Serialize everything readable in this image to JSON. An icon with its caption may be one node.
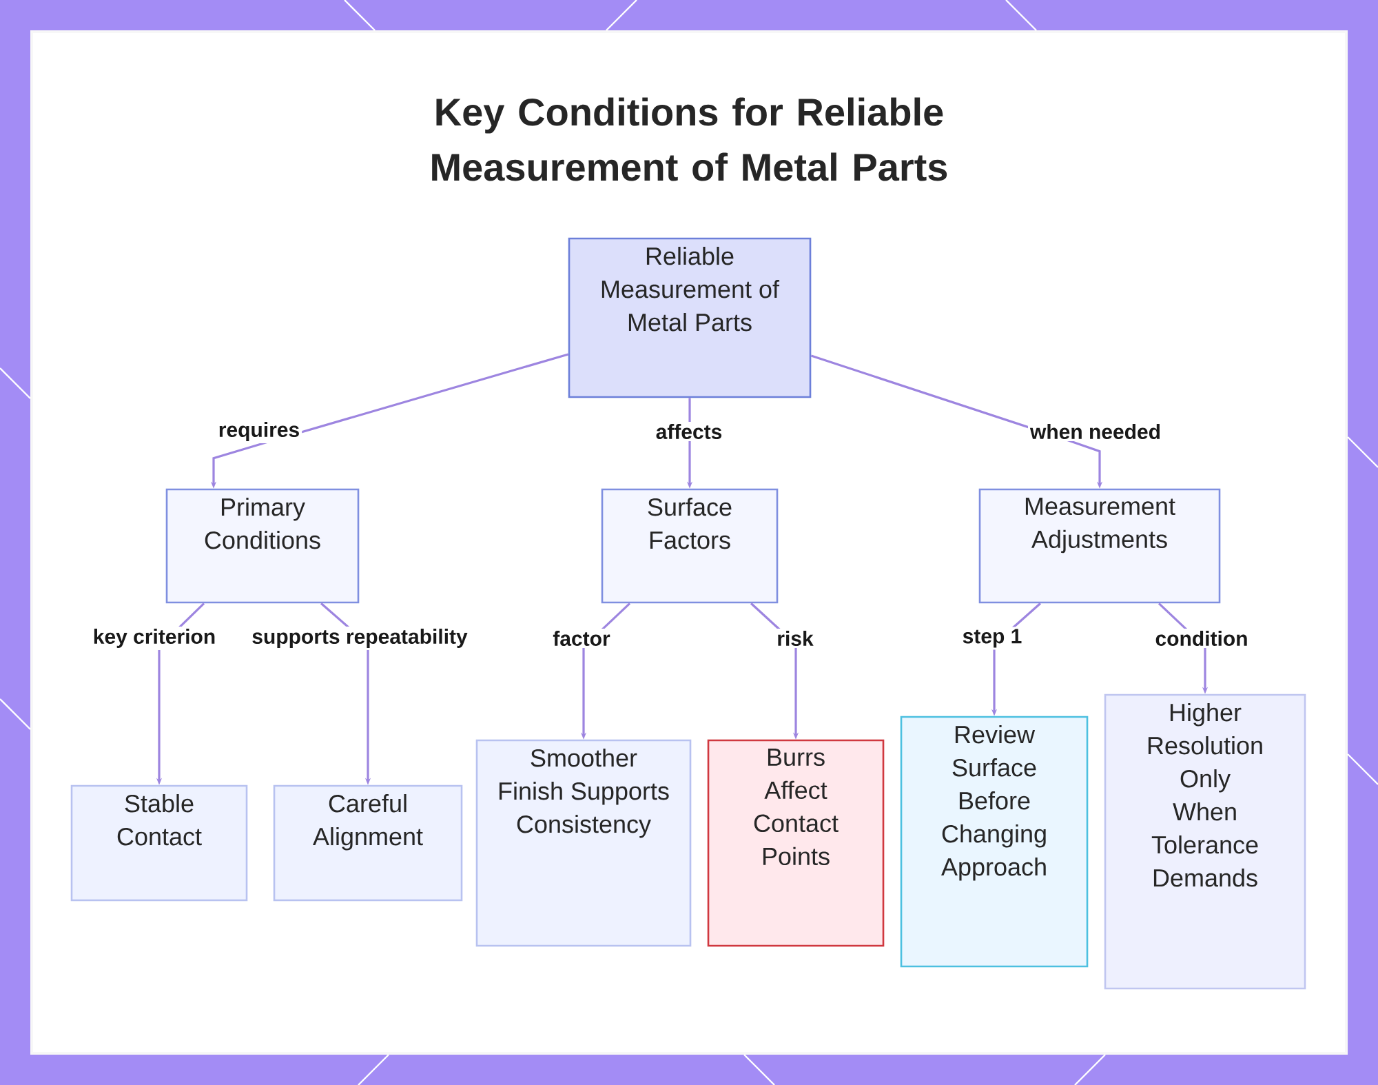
{
  "diagram": {
    "title": "Key Conditions for Reliable Measurement of Metal Parts",
    "nodes": [
      {
        "text": [
          "Reliable Measurement of Metal Parts"
        ]
      },
      {
        "text": [
          "Primary Conditions"
        ]
      },
      {
        "text": [
          "Surface Factors"
        ]
      },
      {
        "text": [
          "Measurement Adjustments"
        ]
      },
      {
        "text": [
          "Stable Contact"
        ]
      },
      {
        "text": [
          "Careful Alignment"
        ]
      },
      {
        "text": [
          "Smoother Finish Supports Consistency"
        ]
      },
      {
        "text": [
          "Burrs Affect Contact Points"
        ]
      },
      {
        "text": [
          "Review Surface Before Changing Approach"
        ]
      },
      {
        "text": [
          "Higher Resolution Only When Tolerance Demands"
        ]
      }
    ],
    "edges": [
      {
        "from": 0,
        "to": 1,
        "arrow": "to",
        "label": "requires"
      },
      {
        "from": 0,
        "to": 2,
        "arrow": "to",
        "label": "affects"
      },
      {
        "from": 0,
        "to": 3,
        "arrow": "to",
        "label": "when needed"
      },
      {
        "from": 1,
        "to": 4,
        "arrow": "to",
        "label": "key criterion"
      },
      {
        "from": 1,
        "to": 5,
        "arrow": "to",
        "label": "supports repeatability"
      },
      {
        "from": 2,
        "to": 6,
        "arrow": "to",
        "label": "factor"
      },
      {
        "from": 2,
        "to": 7,
        "arrow": "to",
        "label": "risk"
      },
      {
        "from": 3,
        "to": 8,
        "arrow": "to",
        "label": "step 1"
      },
      {
        "from": 3,
        "to": 9,
        "arrow": "to",
        "label": "condition"
      }
    ]
  }
}
